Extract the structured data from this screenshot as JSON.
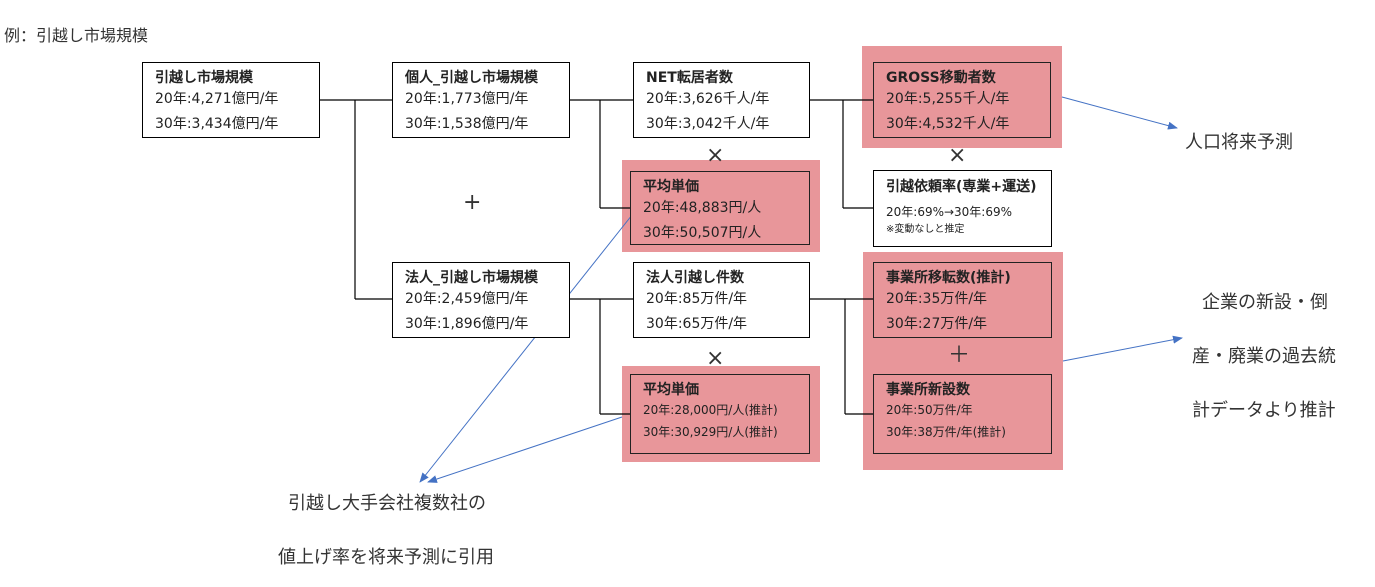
{
  "caption": "例：引越し市場規模",
  "boxes": {
    "market": {
      "title": "引越し市場規模",
      "line1": "20年:4,271億円/年",
      "line2": "30年:3,434億円/年"
    },
    "personal": {
      "title": "個人_引越し市場規模",
      "line1": "20年:1,773億円/年",
      "line2": "30年:1,538億円/年"
    },
    "net": {
      "title": "NET転居者数",
      "line1": "20年:3,626千人/年",
      "line2": "30年:3,042千人/年"
    },
    "gross": {
      "title": "GROSS移動者数",
      "line1": "20年:5,255千人/年",
      "line2": "30年:4,532千人/年"
    },
    "avg_personal": {
      "title": "平均単価",
      "line1": "20年:48,883円/人",
      "line2": "30年:50,507円/人"
    },
    "request_rate": {
      "title": "引越依頼率(専業+運送)",
      "line1": "20年:69%→30年:69%",
      "note": "※変動なしと推定"
    },
    "corporate": {
      "title": "法人_引越し市場規模",
      "line1": "20年:2,459億円/年",
      "line2": "30年:1,896億円/年"
    },
    "corp_moves": {
      "title": "法人引越し件数",
      "line1": "20年:85万件/年",
      "line2": "30年:65万件/年"
    },
    "office_move": {
      "title": "事業所移転数(推計)",
      "line1": "20年:35万件/年",
      "line2": "30年:27万件/年"
    },
    "avg_corp": {
      "title": "平均単価",
      "line1": "20年:28,000円/人(推計)",
      "line2": "30年:30,929円/人(推計)"
    },
    "office_new": {
      "title": "事業所新設数",
      "line1": "20年:50万件/年",
      "line2": "30年:38万件/年(推計)"
    }
  },
  "operators": {
    "times": "×",
    "plus": "+",
    "plus_wide": "＋"
  },
  "side_notes": {
    "population": "人口将来予測",
    "company_1": "企業の新設・倒",
    "company_2": "産・廃業の過去統",
    "company_3": "計データより推計",
    "price_1": "引越し大手会社複数社の",
    "price_2": "値上げ率を将来予測に引用"
  },
  "colors": {
    "highlight": "#e8969a",
    "arrow": "#4472c4"
  }
}
